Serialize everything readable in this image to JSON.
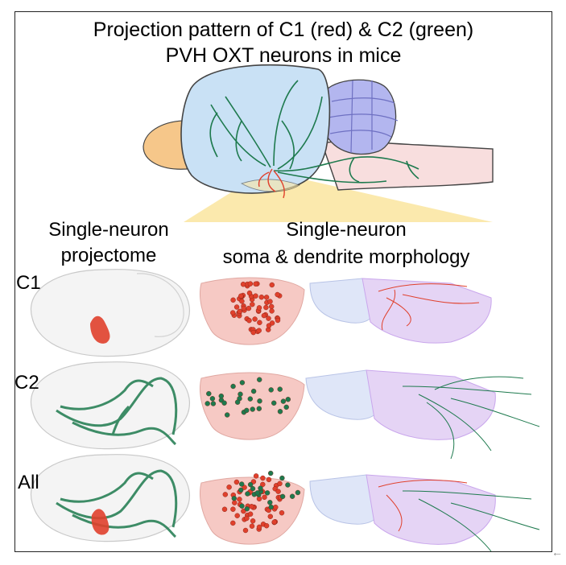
{
  "title": {
    "line1": "Projection pattern of C1 (red) & C2 (green)",
    "line2": "PVH OXT neurons in mice"
  },
  "column_headers": {
    "projectome_line1": "Single-neuron",
    "projectome_line2": "projectome",
    "morphology_line1": "Single-neuron",
    "morphology_line2": "soma & dendrite morphology"
  },
  "rows": [
    {
      "label": "C1",
      "has_c1": true,
      "has_c2": false
    },
    {
      "label": "C2",
      "has_c1": false,
      "has_c2": true
    },
    {
      "label": "All",
      "has_c1": true,
      "has_c2": true
    }
  ],
  "corner_glyph": "←",
  "colors": {
    "c1_red": "#e0402c",
    "c2_green": "#1e7a4e",
    "cortex_blue": "#c9e1f5",
    "cerebellum_purple": "#b3b6ef",
    "olfactory_orange": "#f6c78a",
    "brainstem_pink": "#f8dede",
    "cone_yellow": "#fbe7a4",
    "pvh_pink": "#f6c9c4",
    "dendrite_purple": "#c9a6ec"
  }
}
